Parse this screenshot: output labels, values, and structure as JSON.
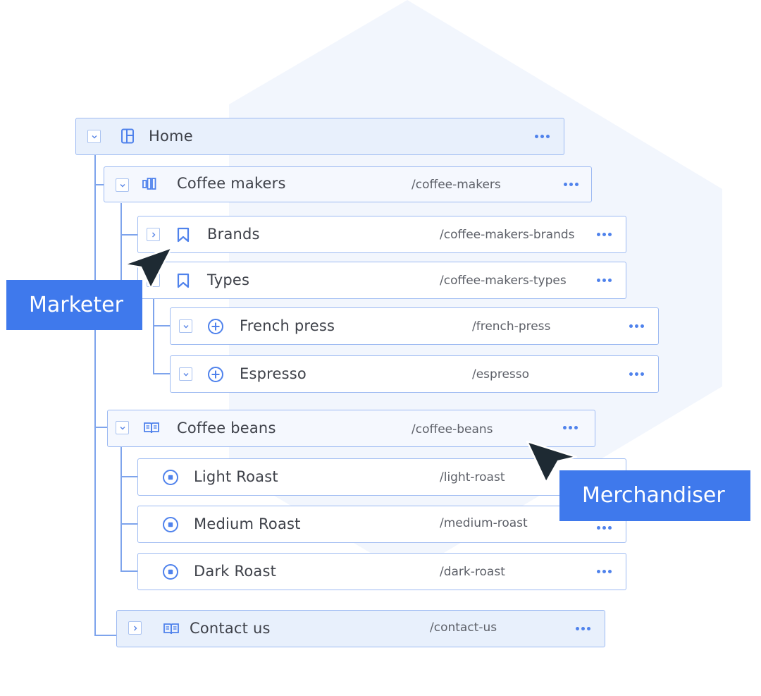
{
  "colors": {
    "accent": "#4f82ec",
    "tag_bg": "#3f79ec",
    "cursor": "#1e2a33",
    "node_border": "#9dbaf2"
  },
  "tree": {
    "home": {
      "label": "Home",
      "icon": "layout-icon"
    },
    "coffee_makers": {
      "label": "Coffee makers",
      "path": "/coffee-makers",
      "icon": "columns-icon"
    },
    "brands": {
      "label": "Brands",
      "path": "/coffee-makers-brands",
      "icon": "bookmark-icon"
    },
    "types": {
      "label": "Types",
      "path": "/coffee-makers-types",
      "icon": "bookmark-icon"
    },
    "french_press": {
      "label": "French press",
      "path": "/french-press",
      "icon": "plus-circle-icon"
    },
    "espresso": {
      "label": "Espresso",
      "path": "/espresso",
      "icon": "plus-circle-icon"
    },
    "coffee_beans": {
      "label": "Coffee beans",
      "path": "/coffee-beans",
      "icon": "book-icon"
    },
    "light_roast": {
      "label": "Light Roast",
      "path": "/light-roast",
      "icon": "radio-dot-icon"
    },
    "medium_roast": {
      "label": "Medium Roast",
      "path": "/medium-roast",
      "icon": "radio-dot-icon"
    },
    "dark_roast": {
      "label": "Dark Roast",
      "path": "/dark-roast",
      "icon": "radio-dot-icon"
    },
    "contact_us": {
      "label": "Contact us",
      "path": "/contact-us",
      "icon": "book-icon"
    }
  },
  "collaborators": {
    "marketer": "Marketer",
    "merchandiser": "Merchandiser"
  }
}
